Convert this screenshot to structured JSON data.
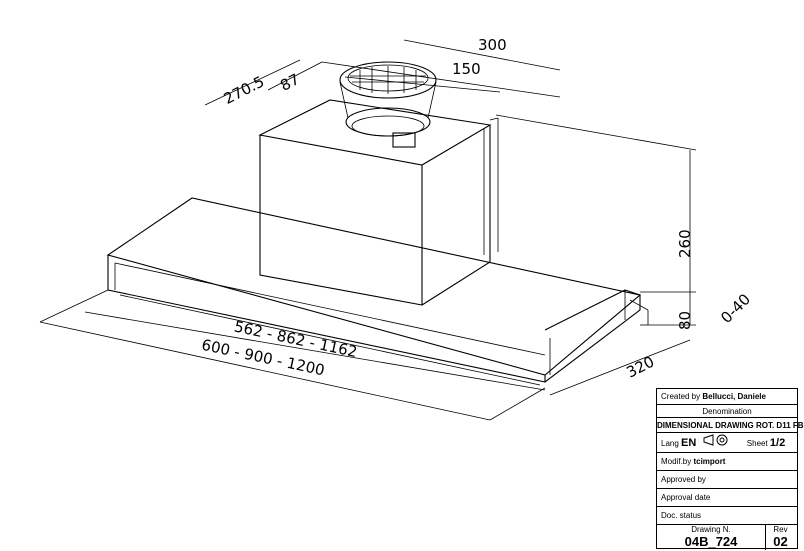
{
  "dimensions": {
    "depth_top": "270.5",
    "offset_87": "87",
    "duct_150": "150",
    "width_300": "300",
    "height_260": "260",
    "height_80": "80",
    "range_0_40": "0-40",
    "depth_320": "320",
    "inner_widths": "562 - 862 - 1162",
    "outer_widths": "600 - 900 - 1200"
  },
  "title_block": {
    "created_label": "Created by",
    "created_value": "Bellucci, Daniele",
    "denomination_label": "Denomination",
    "denomination_value": "DIMENSIONAL DRAWING ROT. D11 FB",
    "lang_label": "Lang",
    "lang_value": "EN",
    "sheet_label": "Sheet",
    "sheet_value": "1/2",
    "modified_label": "Modif.by",
    "modified_value": "tcimport",
    "approved_label": "Approved by",
    "approval_date_label": "Approval date",
    "doc_status_label": "Doc. status",
    "drawing_label": "Drawing N.",
    "drawing_value": "04B_724",
    "rev_label": "Rev",
    "rev_value": "02"
  }
}
